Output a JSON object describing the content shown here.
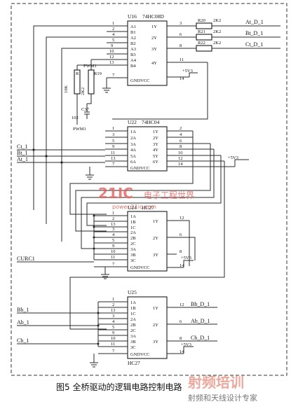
{
  "caption": "图5 全桥驱动的逻辑电路控制电路",
  "chips": {
    "u16": {
      "ref": "U16",
      "part": "74HC08D",
      "pins_left": [
        "A1",
        "B1",
        "A2",
        "B2",
        "A3",
        "B3",
        "A4",
        "B4"
      ],
      "pins_right": [
        "1Y",
        "2Y",
        "3Y",
        "4Y"
      ],
      "bottom": "GNDVCC",
      "nums_left": [
        "1",
        "2",
        "4",
        "5",
        "9",
        "10",
        "12",
        "13",
        "7"
      ],
      "nums_right": [
        "3",
        "6",
        "8",
        "11",
        "14"
      ]
    },
    "u22": {
      "ref": "U22",
      "part": "74HC04",
      "pins_left": [
        "1A",
        "2A",
        "3A",
        "4A",
        "5A",
        "6A"
      ],
      "pins_right": [
        "1Y",
        "2Y",
        "3Y",
        "4Y",
        "5Y",
        "6Y"
      ],
      "bottom": "GNDVCC",
      "nums_left": [
        "1",
        "3",
        "5",
        "9",
        "11",
        "13",
        "7"
      ],
      "nums_right": [
        "2",
        "4",
        "6",
        "8",
        "10",
        "12",
        "14"
      ]
    },
    "u24": {
      "ref": "U24",
      "part": "HC27",
      "pins_left": [
        "1A",
        "1B",
        "1C",
        "2A",
        "2B",
        "2C",
        "3A",
        "3B",
        "3C"
      ],
      "pins_right": [
        "1Y",
        "2Y",
        "3Y"
      ],
      "bottom": "GNDVCC",
      "nums_left": [
        "1",
        "2",
        "13",
        "3",
        "4",
        "5",
        "9",
        "10",
        "11",
        "7"
      ],
      "nums_right": [
        "12",
        "6",
        "8",
        "14"
      ]
    },
    "u25": {
      "ref": "U25",
      "part": "HC27",
      "pins_left": [
        "1A",
        "1B",
        "1C",
        "2A",
        "2B",
        "2C",
        "3A",
        "3B",
        "3C"
      ],
      "pins_right": [
        "1Y",
        "2Y",
        "3Y"
      ],
      "bottom": "GNDVCC",
      "nums_left": [
        "1",
        "2",
        "13",
        "3",
        "4",
        "5",
        "9",
        "10",
        "11",
        "7"
      ],
      "nums_right": [
        "12",
        "6",
        "8",
        "14"
      ]
    }
  },
  "resistors": [
    {
      "ref": "R20",
      "value": "2K2",
      "net": "At_D_1"
    },
    {
      "ref": "R21",
      "value": "2K2",
      "net": "Bt_D_1"
    },
    {
      "ref": "R22",
      "value": "2K2",
      "net": "Ct_D_1"
    }
  ],
  "filter": {
    "r_ref": "R",
    "r_value": "10K",
    "r2_ref": "R19",
    "r2_value": "2K2",
    "c_ref": "C37",
    "c_value": "102",
    "pwm": "PWM1"
  },
  "supply": "+5V3",
  "inputs": [
    "Ct_1",
    "Bt_1",
    "At_1"
  ],
  "u24_input": "CURC1",
  "u25_inputs": [
    "Bb_1",
    "Ab_1",
    "Cb_1"
  ],
  "u25_outputs": [
    "Bb_D_1",
    "Ab_D_1",
    "Cb_D_1"
  ],
  "watermarks": {
    "mid_logo": "21IC",
    "mid_text": "电子工程世界",
    "mid_url": "power.21ic.com",
    "corner_main": "射频培训",
    "corner_sub": "射频和天线设计专家"
  }
}
